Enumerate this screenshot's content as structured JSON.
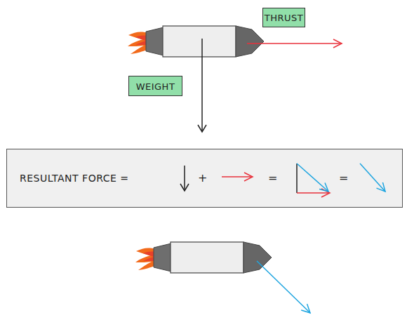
{
  "diagram": {
    "nodes": [
      {
        "text": [
          "THRUST"
        ]
      },
      {
        "text": [
          "WEIGHT"
        ]
      },
      {
        "text": [
          "RESULTANT FORCE =",
          "+",
          "=",
          "="
        ]
      }
    ]
  }
}
